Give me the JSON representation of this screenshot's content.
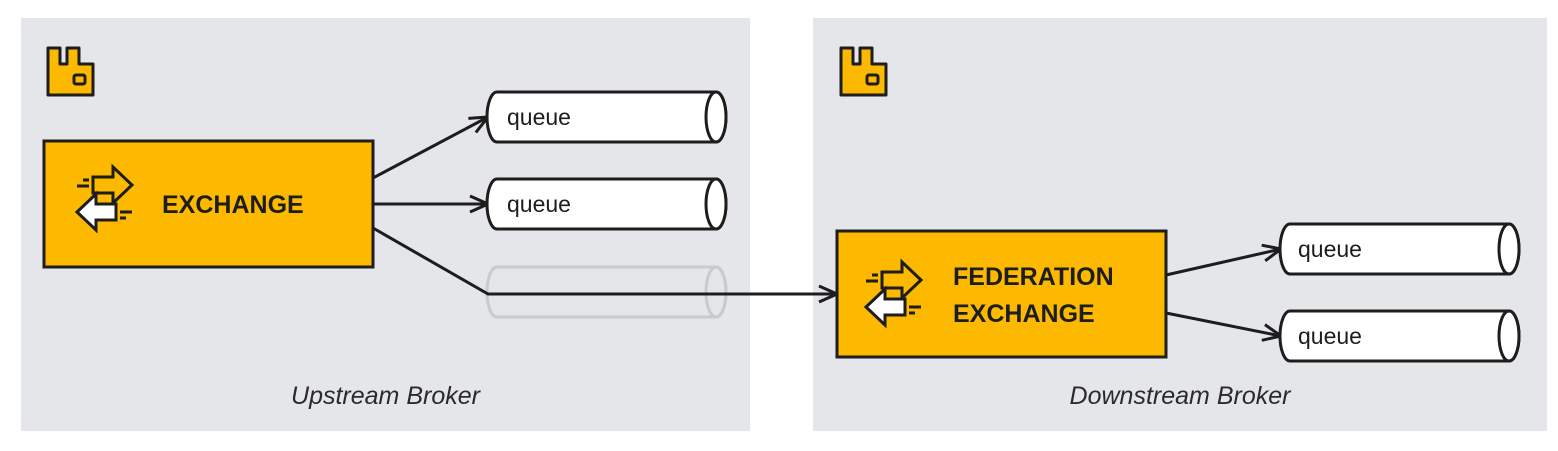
{
  "colors": {
    "panel_bg": "#e5e6ea",
    "exchange_fill": "#fcb900",
    "stroke": "#1d1d1d",
    "queue_fill": "#ffffff",
    "ghost_stroke": "#c9cacd"
  },
  "upstream": {
    "label": "Upstream Broker",
    "logo": "rabbitmq-logo-icon",
    "exchange": {
      "icon": "exchange-arrows-icon",
      "label": "EXCHANGE"
    },
    "queues": [
      "queue",
      "queue"
    ]
  },
  "downstream": {
    "label": "Downstream Broker",
    "logo": "rabbitmq-logo-icon",
    "exchange": {
      "icon": "exchange-arrows-icon",
      "label_line1": "FEDERATION",
      "label_line2": "EXCHANGE"
    },
    "queues": [
      "queue",
      "queue"
    ]
  }
}
